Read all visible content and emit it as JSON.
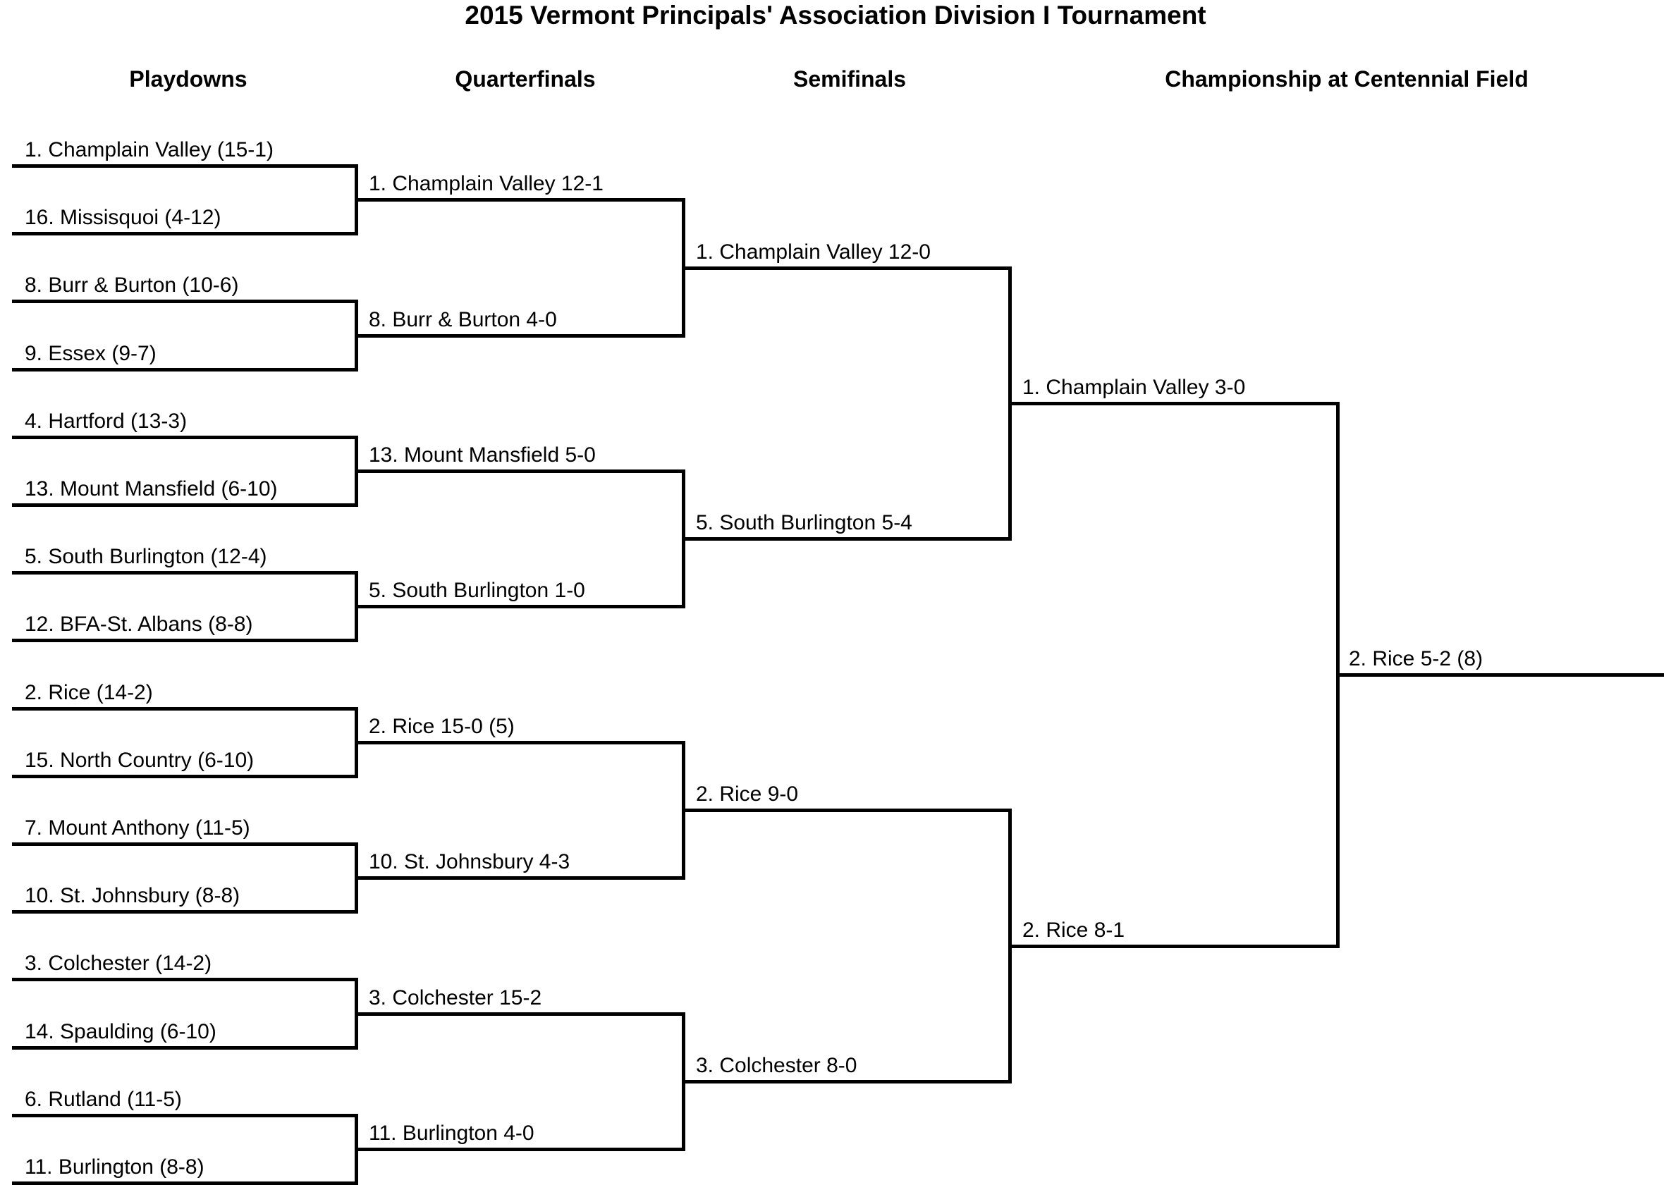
{
  "title": "2015 Vermont Principals' Association Division I Tournament",
  "columns": [
    {
      "label": "Playdowns"
    },
    {
      "label": "Quarterfinals"
    },
    {
      "label": "Semifinals"
    },
    {
      "label": "Championship at Centennial Field"
    }
  ],
  "bracket": {
    "playdowns": [
      "1. Champlain Valley (15-1)",
      "16. Missisquoi (4-12)",
      "8. Burr & Burton (10-6)",
      "9. Essex (9-7)",
      "4. Hartford (13-3)",
      "13. Mount Mansfield (6-10)",
      "5. South Burlington (12-4)",
      "12. BFA-St. Albans (8-8)",
      "2. Rice (14-2)",
      "15. North Country (6-10)",
      "7. Mount Anthony (11-5)",
      "10. St. Johnsbury (8-8)",
      "3. Colchester (14-2)",
      "14. Spaulding (6-10)",
      "6. Rutland (11-5)",
      "11. Burlington (8-8)"
    ],
    "quarterfinals": [
      "1. Champlain Valley 12-1",
      "8. Burr & Burton 4-0",
      "13. Mount Mansfield 5-0",
      "5. South Burlington 1-0",
      "2. Rice 15-0 (5)",
      "10. St. Johnsbury 4-3",
      "3. Colchester 15-2",
      "11. Burlington 4-0"
    ],
    "semifinals": [
      "1. Champlain Valley 12-0",
      "5. South Burlington 5-4",
      "2. Rice 9-0",
      "3. Colchester 8-0"
    ],
    "championship": [
      "1. Champlain Valley 3-0",
      "2. Rice 8-1"
    ],
    "champion": "2. Rice 5-2 (8)"
  },
  "colors": {
    "line": "#000000",
    "text": "#000000",
    "background": "#ffffff"
  }
}
